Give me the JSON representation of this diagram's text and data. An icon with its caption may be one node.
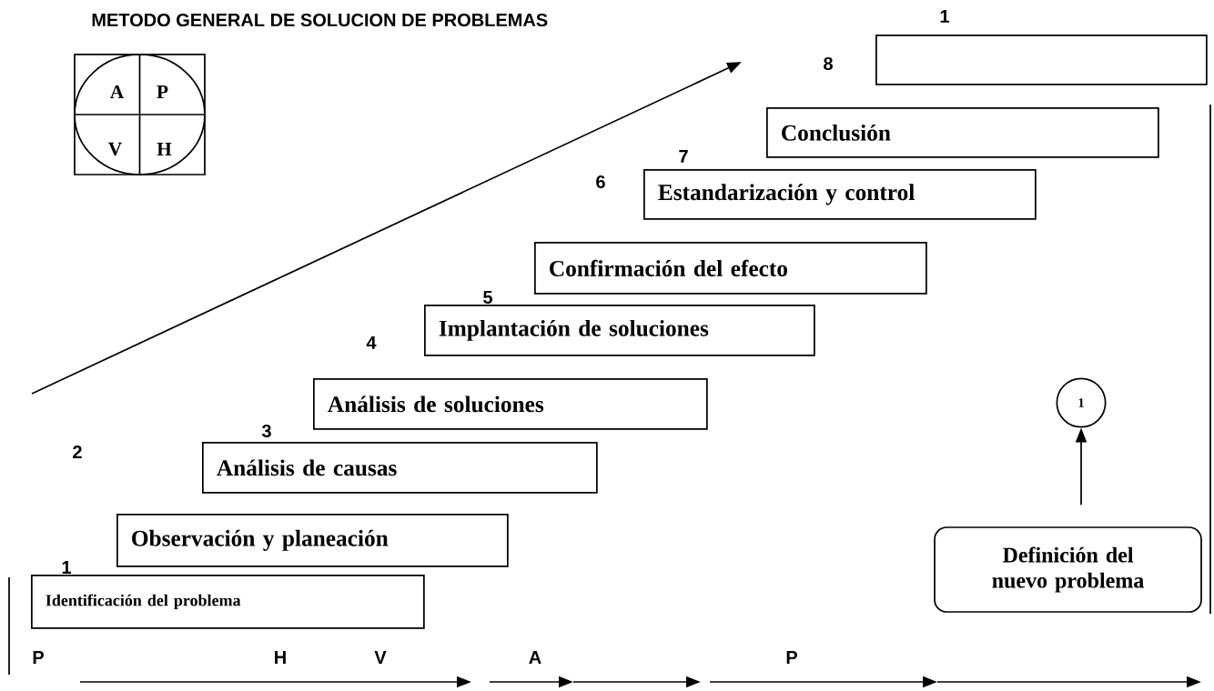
{
  "diagram": {
    "title": "METODO GENERAL DE SOLUCION DE PROBLEMAS",
    "nodes": [
      {
        "text": [
          "A",
          "P",
          "V",
          "H"
        ]
      },
      {
        "text": [
          "Identificación del problema"
        ]
      },
      {
        "text": [
          "Observación y planeación"
        ]
      },
      {
        "text": [
          "Análisis de causas"
        ]
      },
      {
        "text": [
          "Análisis de soluciones"
        ]
      },
      {
        "text": [
          "Implantación de soluciones"
        ]
      },
      {
        "text": [
          "Confirmación del efecto"
        ]
      },
      {
        "text": [
          "Estandarización y control"
        ]
      },
      {
        "text": [
          "Conclusión"
        ]
      },
      {
        "text": [],
        "shape": "box"
      },
      {
        "text": [
          "1"
        ]
      },
      {
        "text": [
          "Definición del nuevo problema"
        ]
      }
    ],
    "edges": [
      {
        "from": 11,
        "to": 10,
        "arrow": "to"
      }
    ],
    "labels": [
      "1",
      "8",
      "7",
      "6",
      "5",
      "4",
      "3",
      "2",
      "1",
      "P",
      "H",
      "V",
      "A",
      "P"
    ]
  }
}
